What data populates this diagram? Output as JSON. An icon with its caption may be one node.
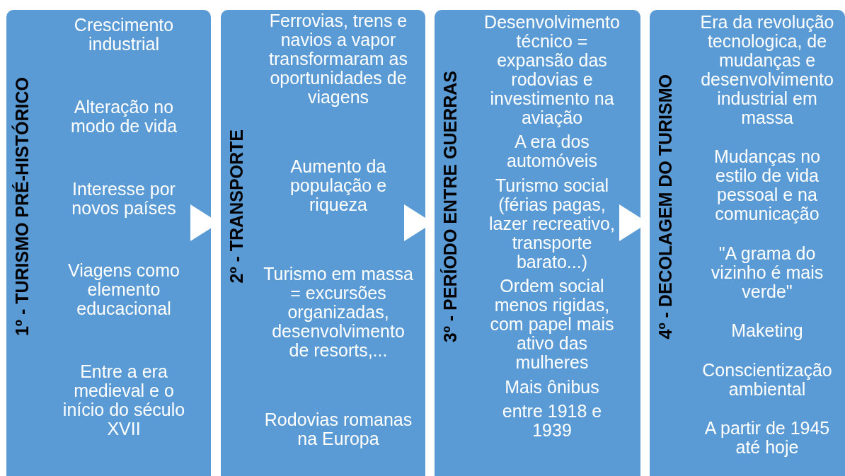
{
  "diagram": {
    "nodes": [
      {
        "text": [
          "1º - TURISMO PRÉ-HISTÓRICO",
          "Crescimento industrial",
          "Alteração no modo de vida",
          "Interesse por novos países",
          "Viagens como elemento educacional",
          "Entre a era medieval e o início do século XVII"
        ]
      },
      {
        "text": [
          "2º - TRANSPORTE",
          "Ferrovias, trens e navios a vapor transformaram as oportunidades de viagens",
          "Aumento da população e riqueza",
          "Turismo em massa = excursões organizadas, desenvolvimento de resorts,...",
          "Rodovias romanas na Europa"
        ]
      },
      {
        "text": [
          "3º - PERÍODO ENTRE GUERRAS",
          "Desenvolvimento técnico = expansão das rodovias e investimento na aviação",
          "A era dos automóveis",
          "Turismo social (férias pagas, lazer recreativo, transporte barato...)",
          "Ordem social menos rigidas, com papel mais ativo das mulheres",
          "Mais ônibus",
          "entre 1918 e 1939"
        ]
      },
      {
        "text": [
          "4º - DECOLAGEM DO TURISMO",
          "Era da revolução tecnologica, de mudanças e desenvolvimento industrial em massa",
          "Mudanças no estilo de vida pessoal e na comunicação",
          "\"A grama do vizinho é mais verde\"",
          "Maketing",
          "Conscientização ambiental",
          "A partir de 1945 até hoje"
        ]
      }
    ],
    "edges": [
      {
        "from": 0,
        "to": 1,
        "arrow": "to"
      },
      {
        "from": 1,
        "to": 2,
        "arrow": "to"
      },
      {
        "from": 2,
        "to": 3,
        "arrow": "to"
      }
    ]
  }
}
